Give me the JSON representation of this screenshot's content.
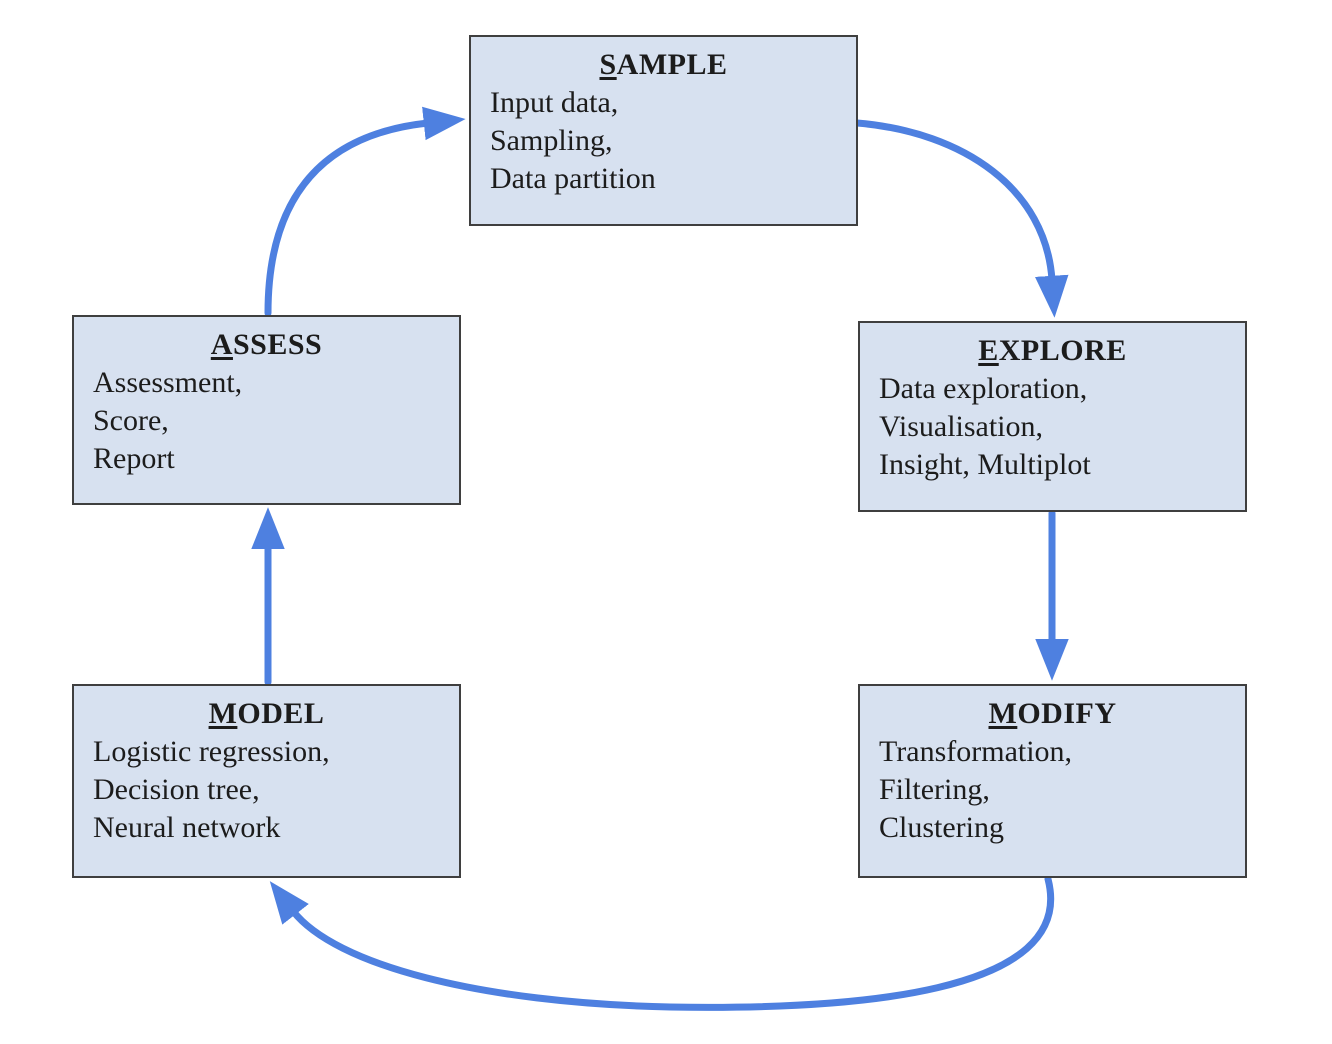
{
  "colors": {
    "background": "#ffffff",
    "box_fill": "#d7e1f0",
    "box_border": "#3f3f3f",
    "arrow": "#4e80e0",
    "text": "#1c1c1c"
  },
  "boxes": [
    {
      "id": "sample",
      "title": "SAMPLE",
      "lines": [
        "Input data,",
        "Sampling,",
        "Data partition"
      ]
    },
    {
      "id": "explore",
      "title": "EXPLORE",
      "lines": [
        "Data exploration,",
        "Visualisation,",
        "Insight, Multiplot"
      ]
    },
    {
      "id": "modify",
      "title": "MODIFY",
      "lines": [
        "Transformation,",
        "Filtering,",
        "Clustering"
      ]
    },
    {
      "id": "model",
      "title": "MODEL",
      "lines": [
        "Logistic regression,",
        "Decision tree,",
        "Neural network"
      ]
    },
    {
      "id": "assess",
      "title": "ASSESS",
      "lines": [
        "Assessment,",
        "Score,",
        "Report"
      ]
    }
  ],
  "flow": [
    "SAMPLE to EXPLORE",
    "EXPLORE to MODIFY",
    "MODIFY to MODEL",
    "MODEL to ASSESS",
    "ASSESS to SAMPLE"
  ]
}
